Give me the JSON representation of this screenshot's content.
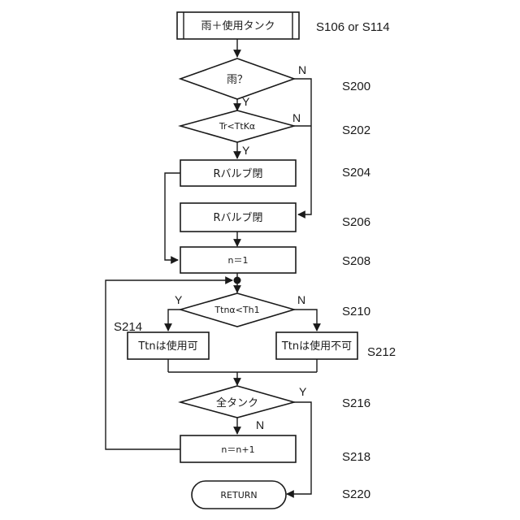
{
  "nodes": {
    "start": "雨＋使用タンク",
    "rain_check": "雨？",
    "tr_check": "Tr<TtKα",
    "valve1": "Rバルブ閉",
    "valve2": "Rバルブ閉",
    "init_n": "n＝1",
    "ttn_check": "Ttnα<Th1",
    "usable": "Ttnは使用可",
    "unusable": "Ttnは使用不可",
    "all_tank": "全タンク",
    "increment": "n＝n+1",
    "return": "RETURN"
  },
  "step_labels": {
    "s106": "S106 or S114",
    "s200": "S200",
    "s202": "S202",
    "s204": "S204",
    "s206": "S206",
    "s208": "S208",
    "s210": "S210",
    "s212": "S212",
    "s214": "S214",
    "s216": "S216",
    "s218": "S218",
    "s220": "S220"
  },
  "branch_labels": {
    "yes": "Y",
    "no": "N"
  }
}
